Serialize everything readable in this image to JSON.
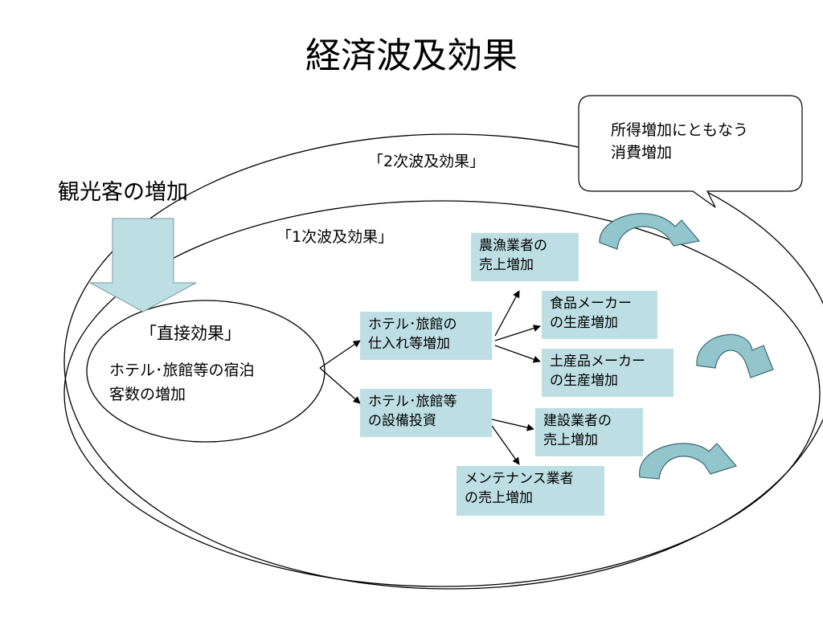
{
  "title": "経済波及効果",
  "tourist_label": "観光客の増加",
  "second_effect_label": "「2次波及効果」",
  "first_effect_label": "「1次波及効果」",
  "direct": {
    "title": "「直接効果」",
    "lines": [
      "ホテル･旅館等の宿泊",
      "客数の増加"
    ]
  },
  "callout": {
    "lines": [
      "所得増加にともなう",
      "消費増加"
    ]
  },
  "boxes": {
    "hotel_purchase": [
      "ホテル･旅館の",
      "仕入れ等増加"
    ],
    "hotel_equipment": [
      "ホテル･旅館等",
      "の設備投資"
    ],
    "agri_fishery": [
      "農漁業者の",
      "売上増加"
    ],
    "food_maker": [
      "食品メーカー",
      "の生産増加"
    ],
    "souvenir_maker": [
      "土産品メーカー",
      "の生産増加"
    ],
    "construction": [
      "建設業者の",
      "売上増加"
    ],
    "maintenance": [
      "メンテナンス業者",
      "の売上増加"
    ]
  },
  "colors": {
    "box_fill": "#bddfe3",
    "big_arrow_fill": "#bddfe3",
    "curved_arrow_fill": "#93c5cd",
    "curved_arrow_stroke": "#3d6b72"
  }
}
